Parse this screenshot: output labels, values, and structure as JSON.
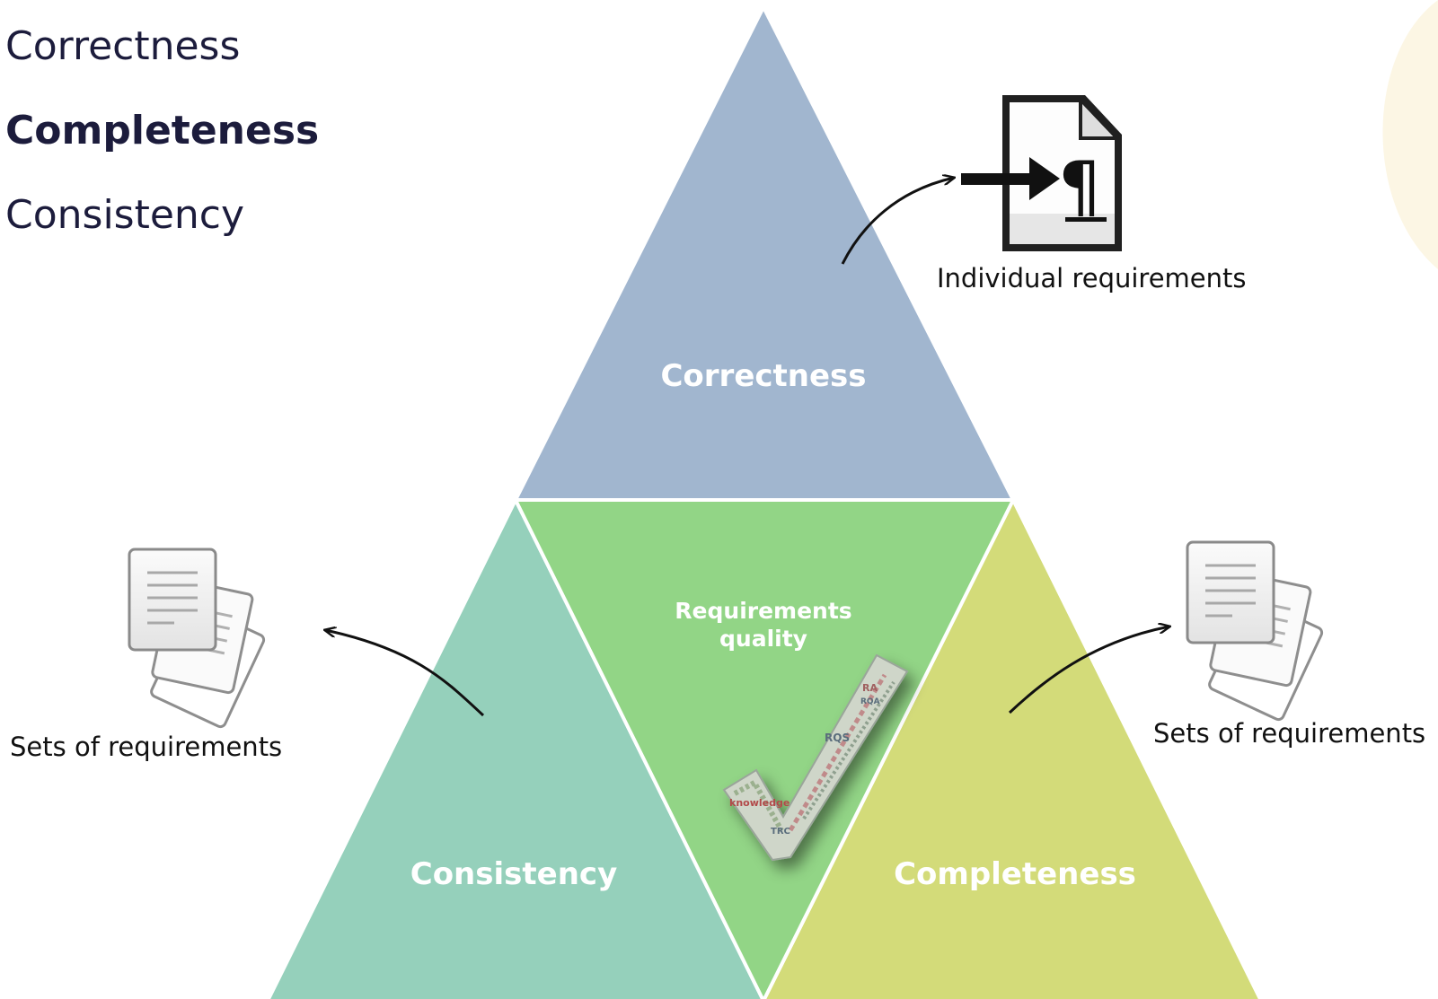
{
  "bullets": {
    "item1": "Correctness",
    "item2": "Completeness",
    "item3": "Consistency"
  },
  "diagram": {
    "top_label": "Correctness",
    "left_label": "Consistency",
    "right_label": "Completeness",
    "center_label_line1": "Requirements",
    "center_label_line2": "quality",
    "wordcloud_words": [
      "knowledge",
      "RQS",
      "RQA",
      "RA",
      "TRC"
    ]
  },
  "captions": {
    "top_right": "Individual requirements",
    "left": "Sets of requirements",
    "right": "Sets of requirements"
  },
  "colors": {
    "correctness": "#a1b6cf",
    "consistency": "#95d0bb",
    "completeness": "#d3db79",
    "center": "#92d586",
    "bullet_text": "#1c1c3c"
  }
}
